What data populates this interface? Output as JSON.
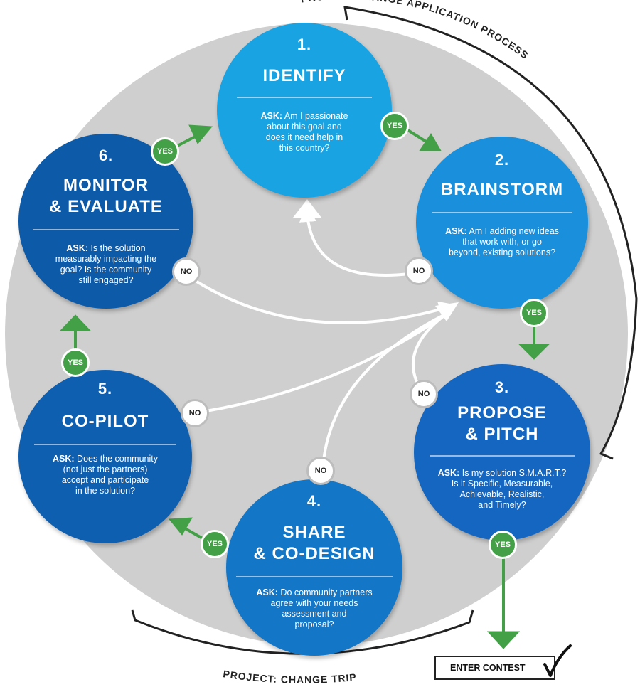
{
  "colors": {
    "step1": "#1aa3e3",
    "step2": "#1a8fdc",
    "step3": "#1566c0",
    "step4": "#1376c6",
    "step5": "#0f5fb0",
    "step6": "#0d5aa8",
    "yes_green": "#43a047",
    "background_circle": "#cfcfcf"
  },
  "steps": [
    {
      "num": "1.",
      "title": "IDENTIFY",
      "ask_label": "ASK:",
      "ask_text": " Am I passionate\nabout this goal and\ndoes it need help in\nthis country?"
    },
    {
      "num": "2.",
      "title": "BRAINSTORM",
      "ask_label": "ASK:",
      "ask_text": " Am I adding new ideas\nthat work with, or go\nbeyond, existing solutions?"
    },
    {
      "num": "3.",
      "title": "PROPOSE\n& PITCH",
      "ask_label": "ASK:",
      "ask_text": " Is my solution S.M.A.R.T.?\nIs it Specific, Measurable,\nAchievable, Realistic,\nand Timely?"
    },
    {
      "num": "4.",
      "title": "SHARE\n& CO-DESIGN",
      "ask_label": "ASK:",
      "ask_text": " Do community partners\nagree with your needs\nassessment and\nproposal?"
    },
    {
      "num": "5.",
      "title": "CO-PILOT",
      "ask_label": "ASK:",
      "ask_text": " Does the community\n(not just the partners)\naccept and participate\nin the solution?"
    },
    {
      "num": "6.",
      "title": "MONITOR\n& EVALUATE",
      "ask_label": "ASK:",
      "ask_text": " Is the solution\nmeasurably impacting the\ngoal? Is the community\nstill engaged?"
    }
  ],
  "badges": {
    "yes": "YES",
    "no": "NO"
  },
  "labels": {
    "application_process": "PROJECT:CHANGE APPLICATION PROCESS",
    "trip": "PROJECT: CHANGE TRIP",
    "enter_contest": "ENTER CONTEST"
  }
}
